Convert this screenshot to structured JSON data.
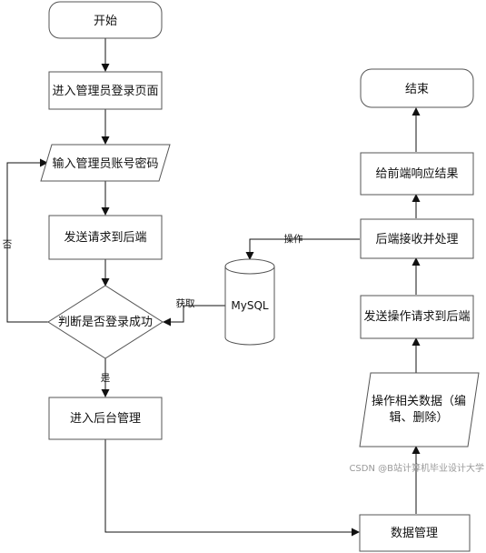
{
  "nodes": {
    "start": "开始",
    "login_page": "进入管理员登录页面",
    "input_account": "输入管理员账号密码",
    "send_request_left": "发送请求到后端",
    "judge_login": "判断是否登录成功",
    "enter_admin": "进入后台管理",
    "mysql": "MySQL",
    "data_manage": "数据管理",
    "operate_data_line1": "操作相关数据（编",
    "operate_data_line2": "辑、删除）",
    "send_op_request": "发送操作请求到后端",
    "backend_process": "后端接收并处理",
    "frontend_response": "给前端响应结果",
    "end": "结束"
  },
  "edges": {
    "no_label": "否",
    "yes_label": "是",
    "fetch_label": "获取",
    "operate_label": "操作"
  },
  "watermark": "CSDN @B站计算机毕业设计大学"
}
